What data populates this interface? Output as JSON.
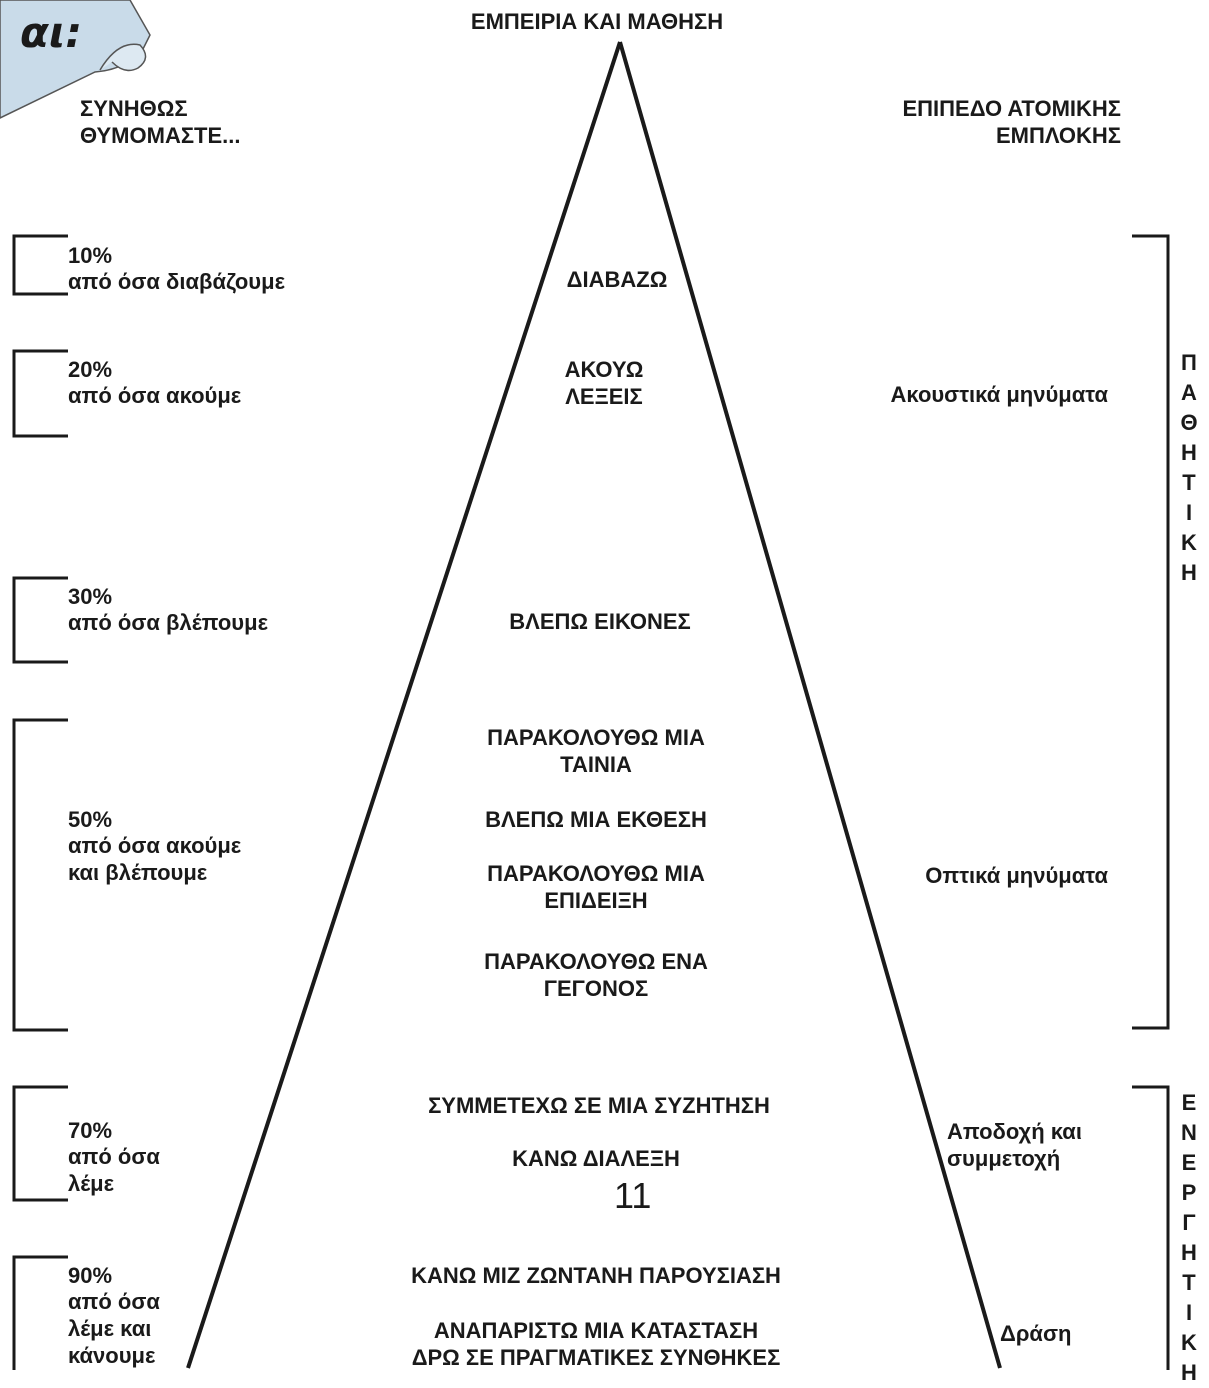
{
  "top_title": "ΕΜΠΕΙΡΙΑ ΚΑΙ ΜΑΘΗΣΗ",
  "corner_note": "αι:",
  "left_header": "ΣΥΝΗΘΩΣ\nΘΥΜΟΜΑΣΤΕ...",
  "right_header": "ΕΠΙΠΕΔΟ ΑΤΟΜΙΚΗΣ\nΕΜΠΛΟΚΗΣ",
  "left_levels": [
    {
      "pct": "10%",
      "text": "από όσα διαβάζουμε"
    },
    {
      "pct": "20%",
      "text": "από όσα ακούμε"
    },
    {
      "pct": "30%",
      "text": "από όσα βλέπουμε"
    },
    {
      "pct": "50%",
      "text": "από όσα ακούμε\nκαι βλέπουμε"
    },
    {
      "pct": "70%",
      "text": "από όσα\nλέμε"
    },
    {
      "pct": "90%",
      "text": "από όσα\nλέμε και\nκάνουμε"
    }
  ],
  "pyramid_items": [
    "ΔΙΑΒΑΖΩ",
    "ΑΚΟΥΩ\nΛΕΞΕΙΣ",
    "ΒΛΕΠΩ ΕΙΚΟΝΕΣ",
    "ΠΑΡΑΚΟΛΟΥΘΩ ΜΙΑ\nΤΑΙΝΙΑ",
    "ΒΛΕΠΩ ΜΙΑ ΕΚΘΕΣΗ",
    "ΠΑΡΑΚΟΛΟΥΘΩ ΜΙΑ\nΕΠΙΔΕΙΞΗ",
    "ΠΑΡΑΚΟΛΟΥΘΩ ΕΝΑ\nΓΕΓΟΝΟΣ",
    "ΣΥΜΜΕΤΕΧΩ ΣΕ ΜΙΑ ΣΥΖΗΤΗΣΗ",
    "ΚΑΝΩ ΔΙΑΛΕΞΗ",
    "ΚΑΝΩ ΜΙΖ ΖΩΝΤΑΝΗ ΠΑΡΟΥΣΙΑΣΗ",
    "ΑΝΑΠΑΡΙΣΤΩ ΜΙΑ ΚΑΤΑΣΤΑΣΗ\nΔΡΩ ΣΕ ΠΡΑΓΜΑΤΙΚΕΣ ΣΥΝΘΗΚΕΣ"
  ],
  "right_labels": [
    "Ακουστικά μηνύματα",
    "Οπτικά μηνύματα",
    "Αποδοχή και\nσυμμετοχή",
    "Δράση"
  ],
  "page_number": "11",
  "passive_label": "ΠΑΘΗΤΙΚΗ",
  "active_label": "ΕΝΕΡΓΗΤΙΚΗ"
}
